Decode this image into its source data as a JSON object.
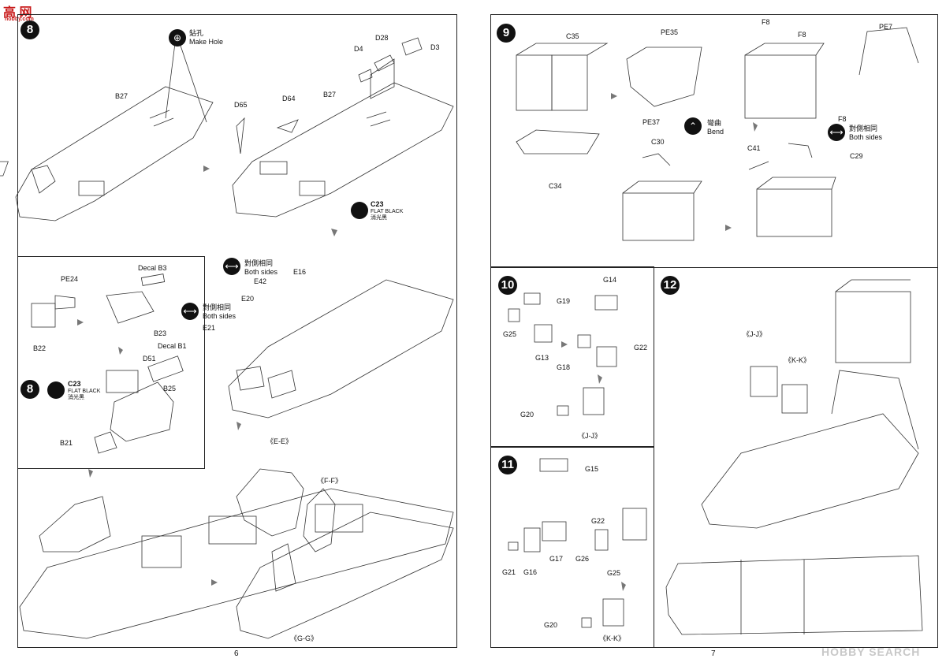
{
  "watermark_top": {
    "text": "高 网",
    "url": "hobby.com"
  },
  "watermark_bottom": {
    "text": "HOBBY SEARCH"
  },
  "pages": {
    "left": "6",
    "right": "7"
  },
  "steps": {
    "s8": "8",
    "s9": "9",
    "s10": "10",
    "s11": "11",
    "s12": "12"
  },
  "notes": {
    "make_hole_zh": "鉆孔",
    "make_hole_en": "Make Hole",
    "both_sides_zh": "對側相同",
    "both_sides_en": "Both sides",
    "bend_zh": "彎曲",
    "bend_en": "Bend",
    "flat_black_code": "C23",
    "flat_black_en": "FLAT BLACK",
    "flat_black_zh": "消光黑"
  },
  "sections": {
    "ee": "《E-E》",
    "ff": "《F-F》",
    "gg": "《G-G》",
    "jj": "《J-J》",
    "kk": "《K-K》"
  },
  "labels": {
    "b27": "B27",
    "d65": "D65",
    "d64": "D64",
    "d4": "D4",
    "d28": "D28",
    "d3": "D3",
    "decal_b3": "Decal B3",
    "pe24": "PE24",
    "b22": "B22",
    "b23": "B23",
    "decal_b1": "Decal B1",
    "d51": "D51",
    "b25": "B25",
    "b21": "B21",
    "e42": "E42",
    "e16": "E16",
    "e20": "E20",
    "e21": "E21",
    "c35": "C35",
    "c34": "C34",
    "pe35": "PE35",
    "pe37": "PE37",
    "f8": "F8",
    "pe7": "PE7",
    "c30": "C30",
    "c41": "C41",
    "c29": "C29",
    "g14": "G14",
    "g19": "G19",
    "g25": "G25",
    "g13": "G13",
    "g18": "G18",
    "g22": "G22",
    "g20": "G20",
    "g15": "G15",
    "g21": "G21",
    "g16": "G16",
    "g17": "G17",
    "g26": "G26"
  }
}
